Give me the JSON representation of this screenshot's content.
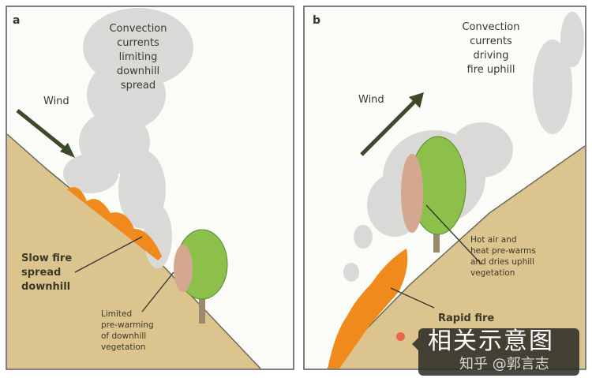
{
  "panel_a": {
    "letter": "a",
    "title_lines": [
      "Convection",
      "currents",
      "limiting",
      "downhill",
      "spread"
    ],
    "wind_label": "Wind",
    "fire_label_lines": [
      "Slow fire",
      "spread",
      "downhill"
    ],
    "tree_label_lines": [
      "Limited",
      "pre-warming",
      "of downhill",
      "vegetation"
    ]
  },
  "panel_b": {
    "letter": "b",
    "title_lines": [
      "Convection",
      "currents",
      "driving",
      "fire uphill"
    ],
    "wind_label": "Wind",
    "tree_label_lines": [
      "Hot air and",
      "heat pre-warms",
      "and dries uphill",
      "vegetation"
    ],
    "fire_label_lines": [
      "Rapid fire"
    ]
  },
  "watermark": {
    "caption": "相关示意图",
    "credit": "知乎 @郭言志"
  },
  "colors": {
    "ground": "#dcc48e",
    "smoke": "#d8d8d6",
    "tree": "#8cc04a",
    "fire": "#f08a1c",
    "border": "#444"
  }
}
